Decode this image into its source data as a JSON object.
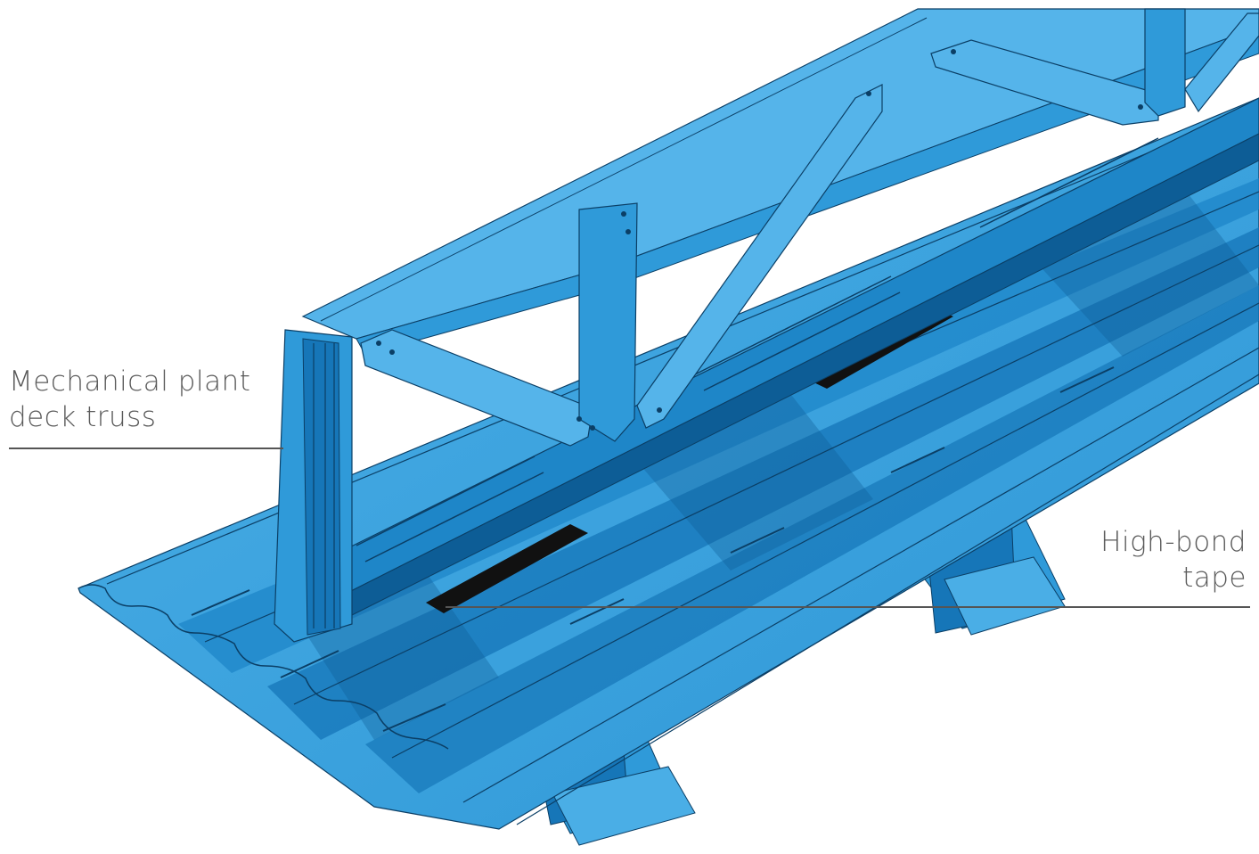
{
  "colors": {
    "background": "#ffffff",
    "steel_light": "#55b4ea",
    "steel_mid": "#2f9ad9",
    "steel_dark": "#1676b8",
    "steel_shadow": "#0d5d96",
    "tape": "#111111",
    "edge": "#0b3f66",
    "leader": "#555555",
    "label_text": "#5a5a5a"
  },
  "annotations": {
    "truss": {
      "line1": "Mechanical plant",
      "line2": "deck truss"
    },
    "tape": {
      "line1": "High-bond",
      "line2": "tape"
    }
  },
  "components": [
    {
      "name": "profiled-metal-deck",
      "icon": "corrugated-deck"
    },
    {
      "name": "deck-truss",
      "icon": "truss"
    },
    {
      "name": "support-beams",
      "icon": "i-beam"
    },
    {
      "name": "high-bond-tape-strips",
      "icon": "tape-strip"
    }
  ]
}
